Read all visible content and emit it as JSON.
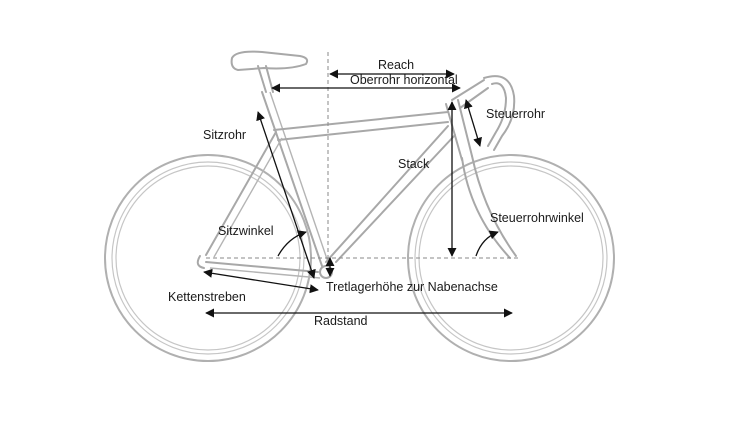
{
  "labels": {
    "reach": "Reach",
    "top_tube_horizontal": "Oberrohr horizontal",
    "head_tube": "Steuerrohr",
    "seat_tube": "Sitzrohr",
    "stack": "Stack",
    "seat_angle": "Sitzwinkel",
    "head_angle": "Steuerrohrwinkel",
    "chainstays": "Kettenstreben",
    "bb_drop": "Tretlagerhöhe zur Nabenachse",
    "wheelbase": "Radstand"
  }
}
